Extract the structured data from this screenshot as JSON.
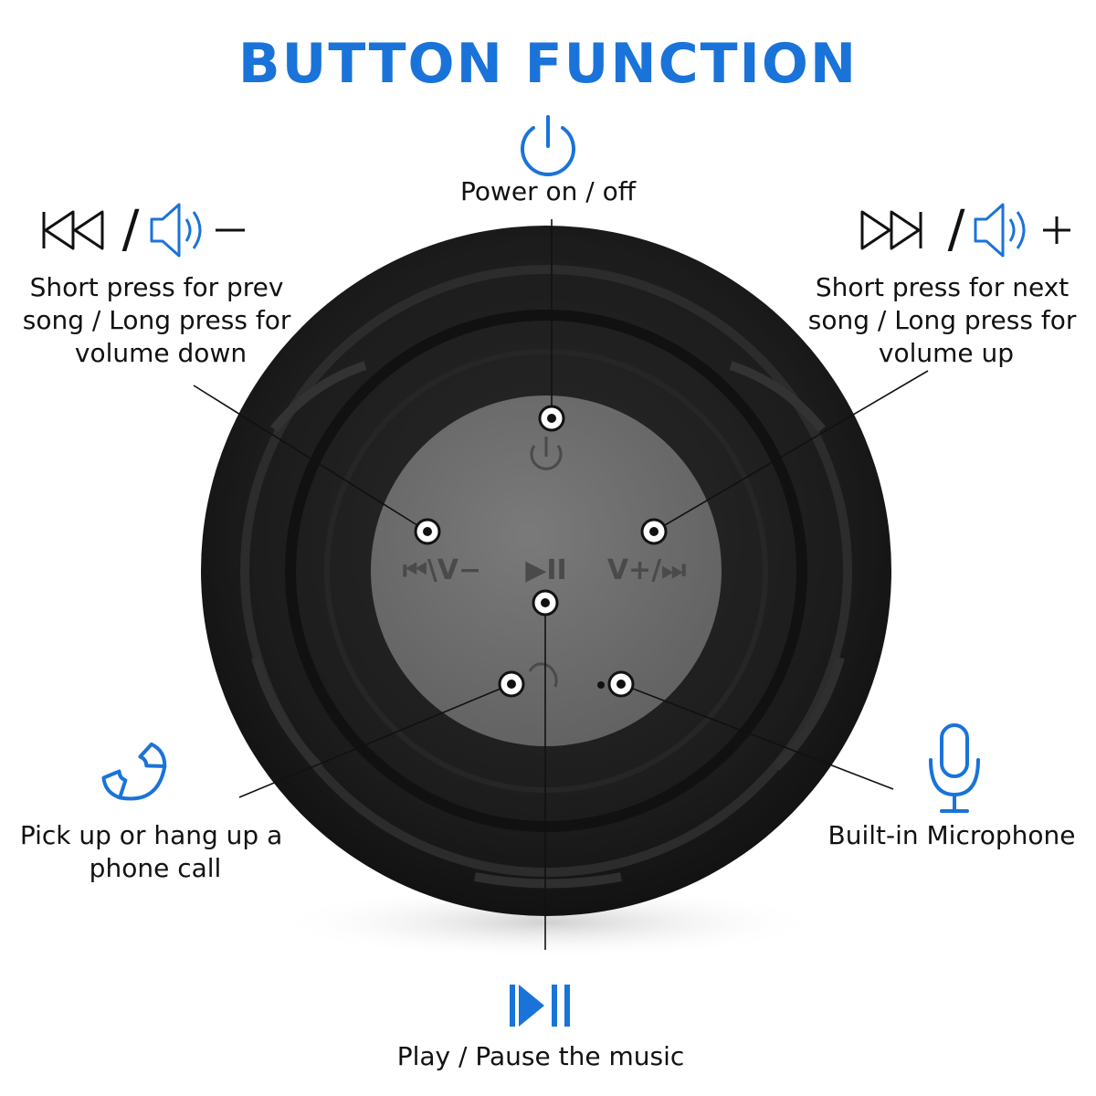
{
  "title": "BUTTON FUNCTION",
  "colors": {
    "accent": "#1a73d9",
    "speaker_body": "#1c1c1c",
    "control_panel": "#6d6d6d",
    "panel_markings": "#4a4a4a"
  },
  "speaker_panel_labels": {
    "prev_volume": "⏮\\V−",
    "play_pause": "▶II",
    "next_volume": "V+/⏭"
  },
  "callouts": {
    "power": {
      "icon": "power-icon",
      "label": "Power on / off"
    },
    "prev": {
      "icons": [
        "previous-track-icon",
        "volume-down-icon"
      ],
      "separator": "/",
      "lines": [
        "Short press for prev",
        "song / Long press for",
        "volume down"
      ]
    },
    "next": {
      "icons": [
        "next-track-icon",
        "volume-up-icon"
      ],
      "separator": "/",
      "lines": [
        "Short press for next",
        "song / Long press for",
        "volume up"
      ]
    },
    "phone": {
      "icon": "phone-icon",
      "lines": [
        "Pick up or hang up a",
        "phone call"
      ]
    },
    "microphone": {
      "icon": "microphone-icon",
      "label": "Built-in Microphone"
    },
    "play_pause": {
      "icon": "play-pause-icon",
      "label": "Play / Pause the music"
    }
  }
}
